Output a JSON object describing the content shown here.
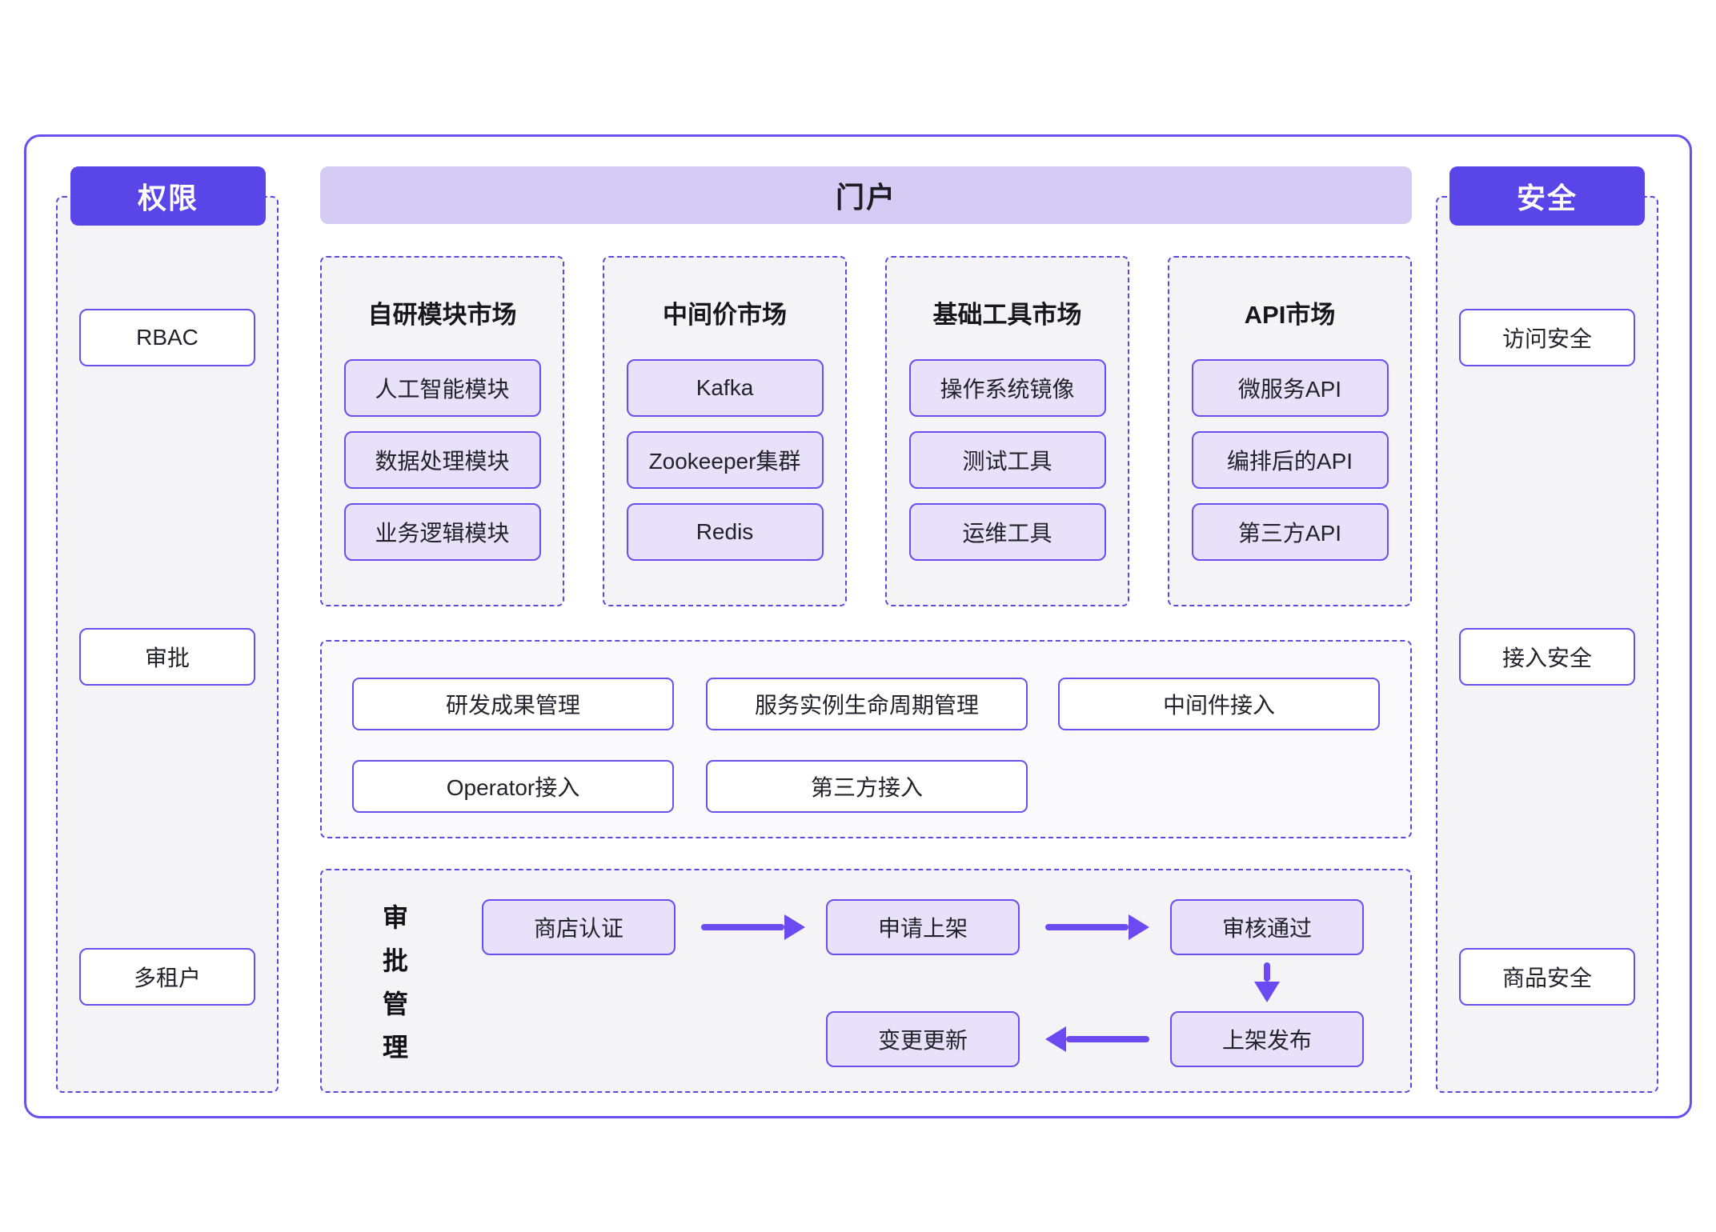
{
  "colors": {
    "accent_purple": "#5a46e8",
    "portal_strip": "#d5ccf5",
    "lavender_fill": "#e7e1f9",
    "purple_border": "#6b4ef0",
    "dashed_border": "#5b48e0",
    "panel_background": "#f4f4f7",
    "arrow_purple": "#6b4af2"
  },
  "permissions": {
    "header": "权限",
    "items": [
      "RBAC",
      "审批",
      "多租户"
    ]
  },
  "portal": {
    "header": "门户"
  },
  "markets": [
    {
      "title": "自研模块市场",
      "items": [
        "人工智能模块",
        "数据处理模块",
        "业务逻辑模块"
      ]
    },
    {
      "title": "中间价市场",
      "items": [
        "Kafka",
        "Zookeeper集群",
        "Redis"
      ]
    },
    {
      "title": "基础工具市场",
      "items": [
        "操作系统镜像",
        "测试工具",
        "运维工具"
      ]
    },
    {
      "title": "API市场",
      "items": [
        "微服务API",
        "编排后的API",
        "第三方API"
      ]
    }
  ],
  "management": {
    "row1": [
      "研发成果管理",
      "服务实例生命周期管理",
      "中间件接入"
    ],
    "row2": [
      "Operator接入",
      "第三方接入"
    ]
  },
  "approval": {
    "label_chars": [
      "审",
      "批",
      "管",
      "理"
    ],
    "steps": {
      "store_cert": "商店认证",
      "apply_listing": "申请上架",
      "review_passed": "审核通过",
      "publish": "上架发布",
      "change_update": "变更更新"
    }
  },
  "security": {
    "header": "安全",
    "items": [
      "访问安全",
      "接入安全",
      "商品安全"
    ]
  }
}
